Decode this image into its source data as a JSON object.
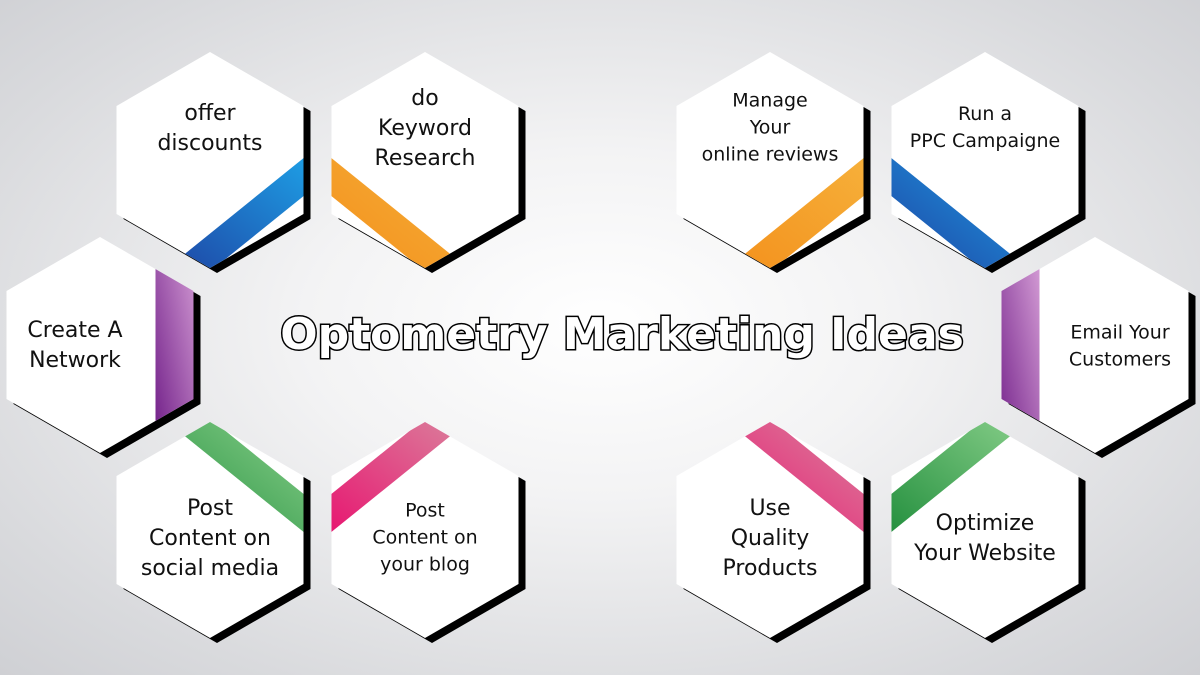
{
  "title": "Optometry Marketing Ideas",
  "colors": {
    "blue": [
      "#1e3fa0",
      "#1ea3e8"
    ],
    "orange": [
      "#f38e1a",
      "#f6b23c"
    ],
    "purple": [
      "#6e1b86",
      "#d9a3d9"
    ],
    "green": [
      "#1e8c3a",
      "#8fd38f"
    ],
    "pink": [
      "#e8106e",
      "#d98aa0"
    ]
  },
  "hexagons": [
    {
      "id": "offer-discounts",
      "lines": [
        "offer",
        "discounts"
      ],
      "band": "blue"
    },
    {
      "id": "keyword-research",
      "lines": [
        "do",
        "Keyword",
        "Research"
      ],
      "band": "orange"
    },
    {
      "id": "manage-reviews",
      "lines": [
        "Manage",
        "Your",
        "online reviews"
      ],
      "band": "orange"
    },
    {
      "id": "ppc-campaign",
      "lines": [
        "Run a",
        "PPC Campaigne"
      ],
      "band": "blue"
    },
    {
      "id": "create-network",
      "lines": [
        "Create A",
        "Network"
      ],
      "band": "purple"
    },
    {
      "id": "email-customers",
      "lines": [
        "Email Your",
        "Customers"
      ],
      "band": "purple"
    },
    {
      "id": "post-social",
      "lines": [
        "Post",
        "Content on",
        "social media"
      ],
      "band": "green"
    },
    {
      "id": "post-blog",
      "lines": [
        "Post",
        "Content on",
        "your blog"
      ],
      "band": "pink"
    },
    {
      "id": "quality-products",
      "lines": [
        "Use",
        "Quality",
        "Products"
      ],
      "band": "pink"
    },
    {
      "id": "optimize-website",
      "lines": [
        "Optimize",
        "Your Website"
      ],
      "band": "green"
    }
  ]
}
